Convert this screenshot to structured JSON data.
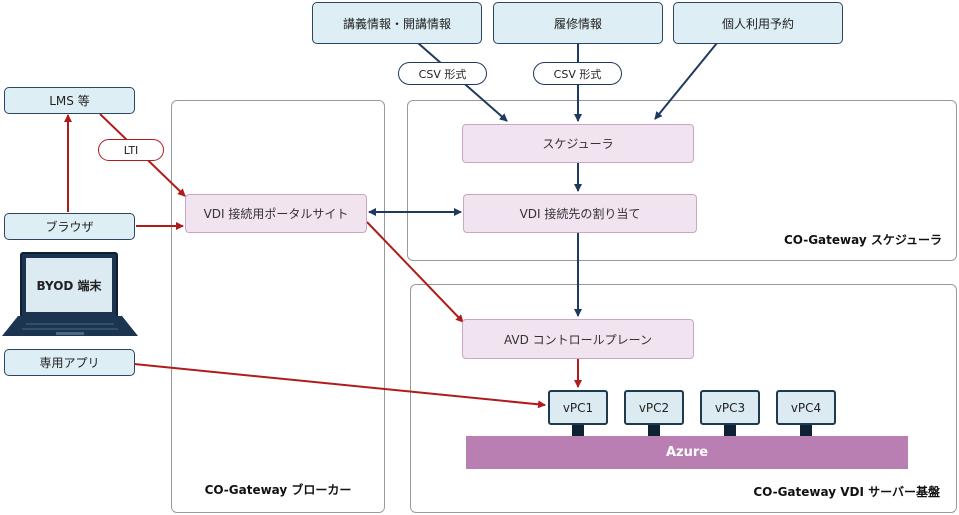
{
  "sources": {
    "course_info": "講義情報・開講情報",
    "enrollment_info": "履修情報",
    "personal_reservation": "個人利用予約"
  },
  "pills": {
    "csv_format_1": "CSV 形式",
    "csv_format_2": "CSV 形式",
    "lti": "LTI"
  },
  "client": {
    "lms": "LMS 等",
    "browser": "ブラウザ",
    "byod_device": "BYOD 端末",
    "dedicated_app": "専用アプリ"
  },
  "broker": {
    "portal": "VDI 接続用ポータルサイト",
    "label": "CO-Gateway ブローカー"
  },
  "scheduler": {
    "scheduler": "スケジューラ",
    "assignment": "VDI 接続先の割り当て",
    "label": "CO-Gateway スケジューラ"
  },
  "vdi": {
    "control_plane": "AVD コントロールプレーン",
    "vpcs": [
      "vPC1",
      "vPC2",
      "vPC3",
      "vPC4"
    ],
    "azure": "Azure",
    "label": "CO-Gateway VDI サーバー基盤"
  },
  "colors": {
    "navy": "#1f3a5f",
    "red": "#b01c1c",
    "pink_fill": "#f1e3ef",
    "azure_fill": "#b97fb3",
    "source_fill": "#ddeef4"
  }
}
